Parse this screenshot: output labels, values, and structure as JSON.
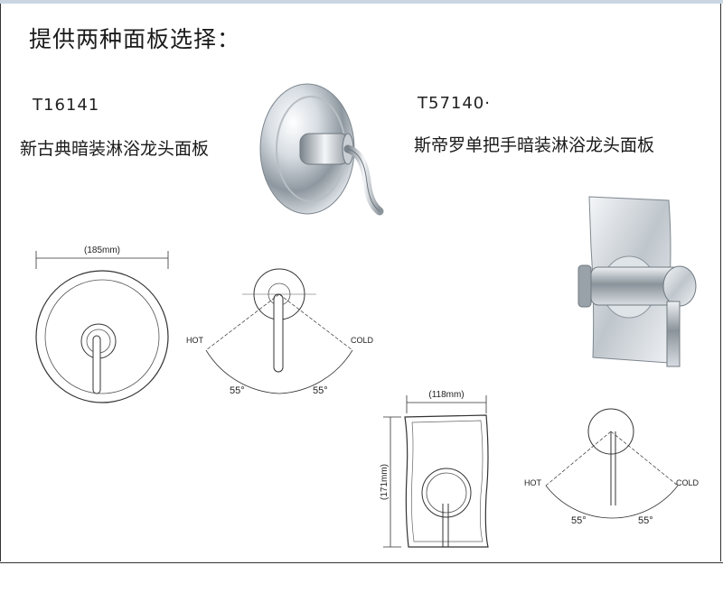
{
  "heading": "提供两种面板选择：",
  "product_a": {
    "code": "T16141",
    "name": "新古典暗装淋浴龙头面板",
    "front_width": "(185mm)",
    "hot_label": "HOT",
    "cold_label": "COLD",
    "angle_left": "55°",
    "angle_right": "55°"
  },
  "product_b": {
    "code": "T57140·",
    "name": "斯帝罗单把手暗装淋浴龙头面板",
    "front_width": "(118mm)",
    "front_height": "(171mm)",
    "hot_label": "HOT",
    "cold_label": "COLD",
    "angle_left": "55°",
    "angle_right": "55°"
  }
}
